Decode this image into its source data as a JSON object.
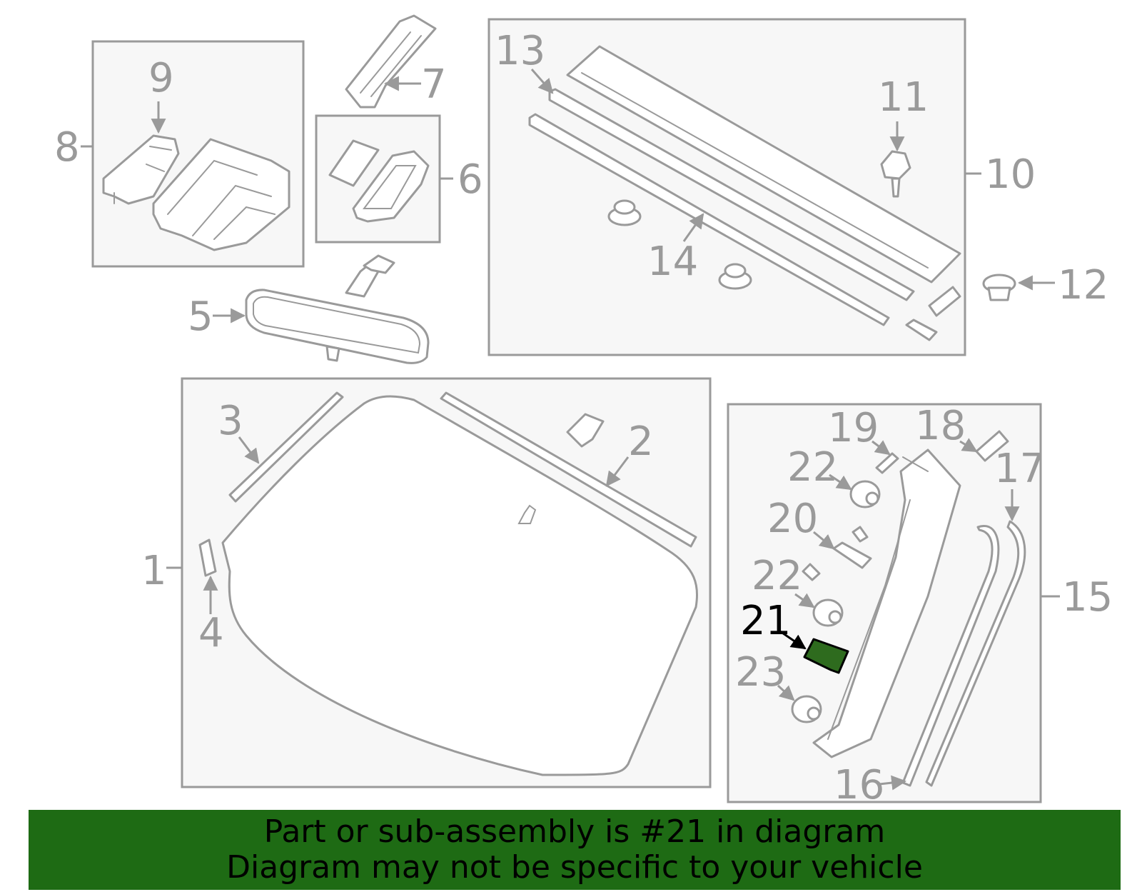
{
  "callouts": {
    "c1": "1",
    "c2": "2",
    "c3": "3",
    "c4": "4",
    "c5": "5",
    "c6": "6",
    "c7": "7",
    "c8": "8",
    "c9": "9",
    "c10": "10",
    "c11": "11",
    "c12": "12",
    "c13": "13",
    "c14": "14",
    "c15": "15",
    "c16": "16",
    "c17": "17",
    "c18": "18",
    "c19": "19",
    "c20": "20",
    "c21": "21",
    "c22a": "22",
    "c22b": "22",
    "c23": "23"
  },
  "highlight": {
    "part": "21",
    "color": "#2e6b1e",
    "outline": "#000000"
  },
  "colors": {
    "line": "#9a9a9a",
    "box_fill": "#f7f7f7",
    "banner": "#1e6b14"
  },
  "banner": {
    "line1": "Part or sub-assembly is #21 in diagram",
    "line2": "Diagram may not be specific to your vehicle"
  }
}
